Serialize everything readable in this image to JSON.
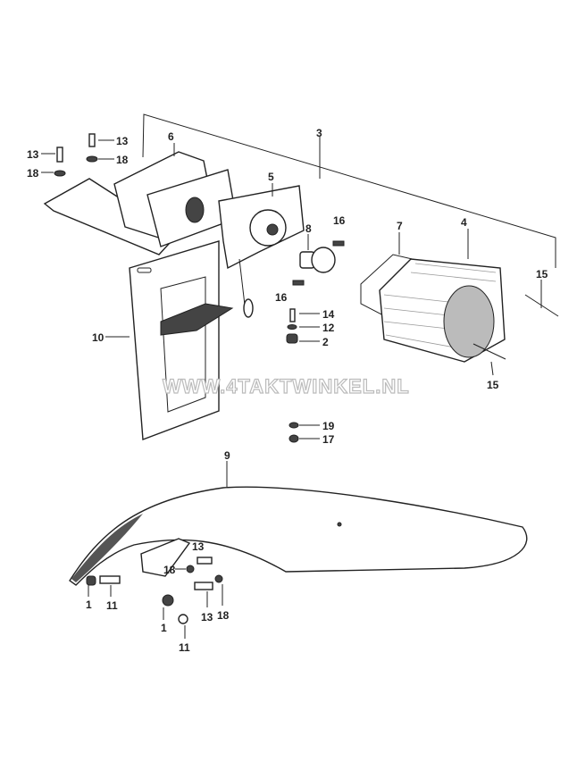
{
  "diagram": {
    "watermark": "WWW.4TAKTWINKEL.NL",
    "part_labels": {
      "p3": "3",
      "p6": "6",
      "p13a": "13",
      "p13b": "13",
      "p18a": "18",
      "p18b": "18",
      "p5": "5",
      "p8": "8",
      "p16a": "16",
      "p16b": "16",
      "p7": "7",
      "p4": "4",
      "p15a": "15",
      "p15b": "15",
      "p14": "14",
      "p12": "12",
      "p2": "2",
      "p10": "10",
      "p19": "19",
      "p17": "17",
      "p9": "9",
      "p13c": "13",
      "p18c": "18",
      "p1a": "1",
      "p11a": "11",
      "p1b": "1",
      "p11b": "11",
      "p13d": "13",
      "p18d": "18"
    }
  }
}
